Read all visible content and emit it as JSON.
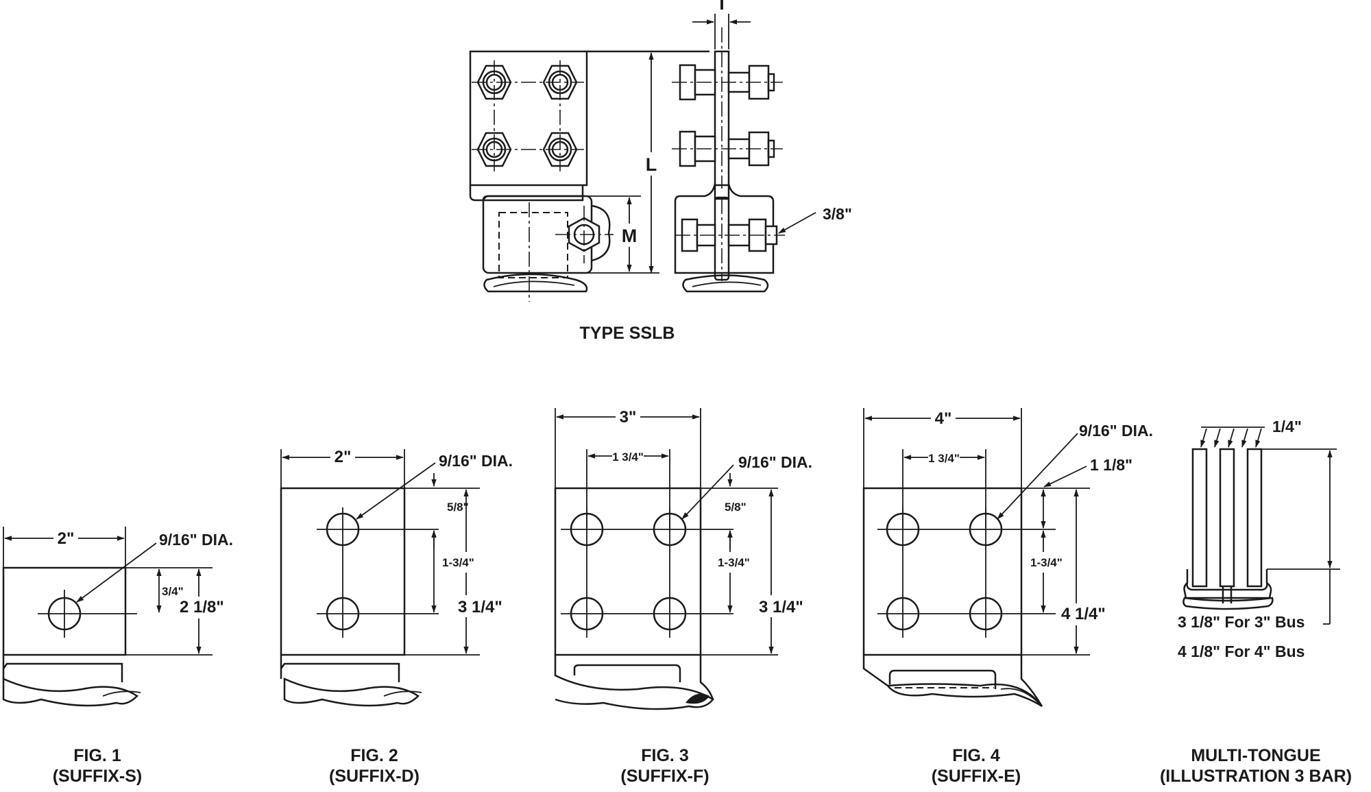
{
  "main_figure": {
    "caption": "TYPE SSLB",
    "dims": {
      "t": "T",
      "l": "L",
      "m": "M",
      "bolt": "3/8\""
    }
  },
  "figures": [
    {
      "id": "fig1",
      "caption_line1": "FIG. 1",
      "caption_line2": "(SUFFIX-S)",
      "width_dim": "2\"",
      "hole_label": "9/16\" DIA.",
      "dims": {
        "offset": "3/4\"",
        "height": "2 1/8\""
      }
    },
    {
      "id": "fig2",
      "caption_line1": "FIG. 2",
      "caption_line2": "(SUFFIX-D)",
      "width_dim": "2\"",
      "hole_label": "9/16\" DIA.",
      "dims": {
        "top": "5/8\"",
        "spacing": "1-3/4\"",
        "height": "3 1/4\""
      }
    },
    {
      "id": "fig3",
      "caption_line1": "FIG. 3",
      "caption_line2": "(SUFFIX-F)",
      "width_dim": "3\"",
      "inner_width": "1 3/4\"",
      "hole_label": "9/16\" DIA.",
      "dims": {
        "top": "5/8\"",
        "spacing": "1-3/4\"",
        "height": "3 1/4\""
      }
    },
    {
      "id": "fig4",
      "caption_line1": "FIG. 4",
      "caption_line2": "(SUFFIX-E)",
      "width_dim": "4\"",
      "inner_width": "1 3/4\"",
      "hole_label": "9/16\" DIA.",
      "dims": {
        "top": "1 1/8\"",
        "spacing": "1-3/4\"",
        "height": "4 1/4\""
      }
    },
    {
      "id": "multi",
      "caption_line1": "MULTI-TONGUE",
      "caption_line2": "(ILLUSTRATION 3 BAR)",
      "tongue_dim": "1/4\"",
      "note_line1": "3 1/8\" For 3\" Bus",
      "note_line2": "4 1/8\" For 4\" Bus"
    }
  ]
}
